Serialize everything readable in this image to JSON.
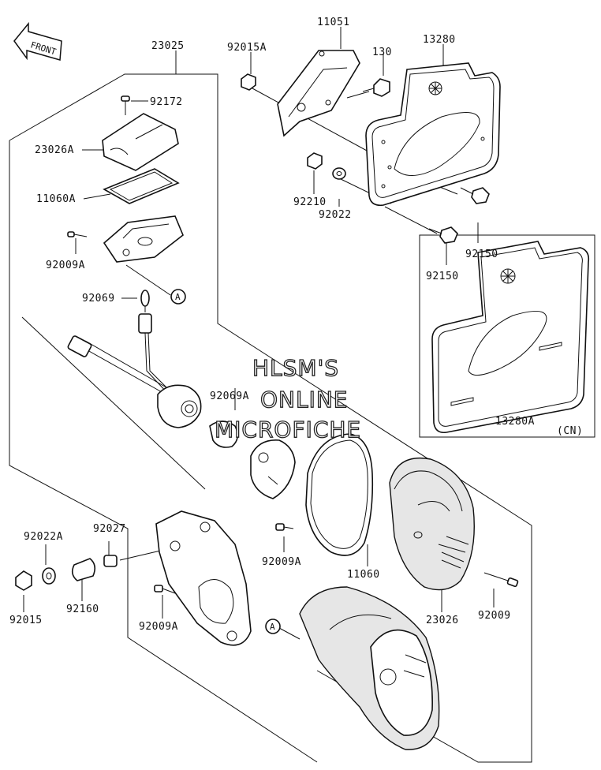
{
  "diagram": {
    "front_arrow": "FRONT",
    "watermark": [
      "HLSM'S",
      "ONLINE",
      "MICROFICHE"
    ],
    "callout_letter": "A",
    "labels": {
      "p23025": "23025",
      "p92172": "92172",
      "p23026A": "23026A",
      "p11060A": "11060A",
      "p92009A_top": "92009A",
      "p92069": "92069",
      "p92069A": "92069A",
      "p11051": "11051",
      "p92015A": "92015A",
      "p130": "130",
      "p13280": "13280",
      "p92210": "92210",
      "p92022": "92022",
      "p92150_a": "92150",
      "p92150_b": "92150",
      "p13280A": "13280A",
      "pCN": "(CN)",
      "p92009A_mid": "92009A",
      "p11060": "11060",
      "p23026": "23026",
      "p92009": "92009",
      "p92022A": "92022A",
      "p92027": "92027",
      "p92015": "92015",
      "p92160": "92160",
      "p92009A_low": "92009A"
    }
  }
}
